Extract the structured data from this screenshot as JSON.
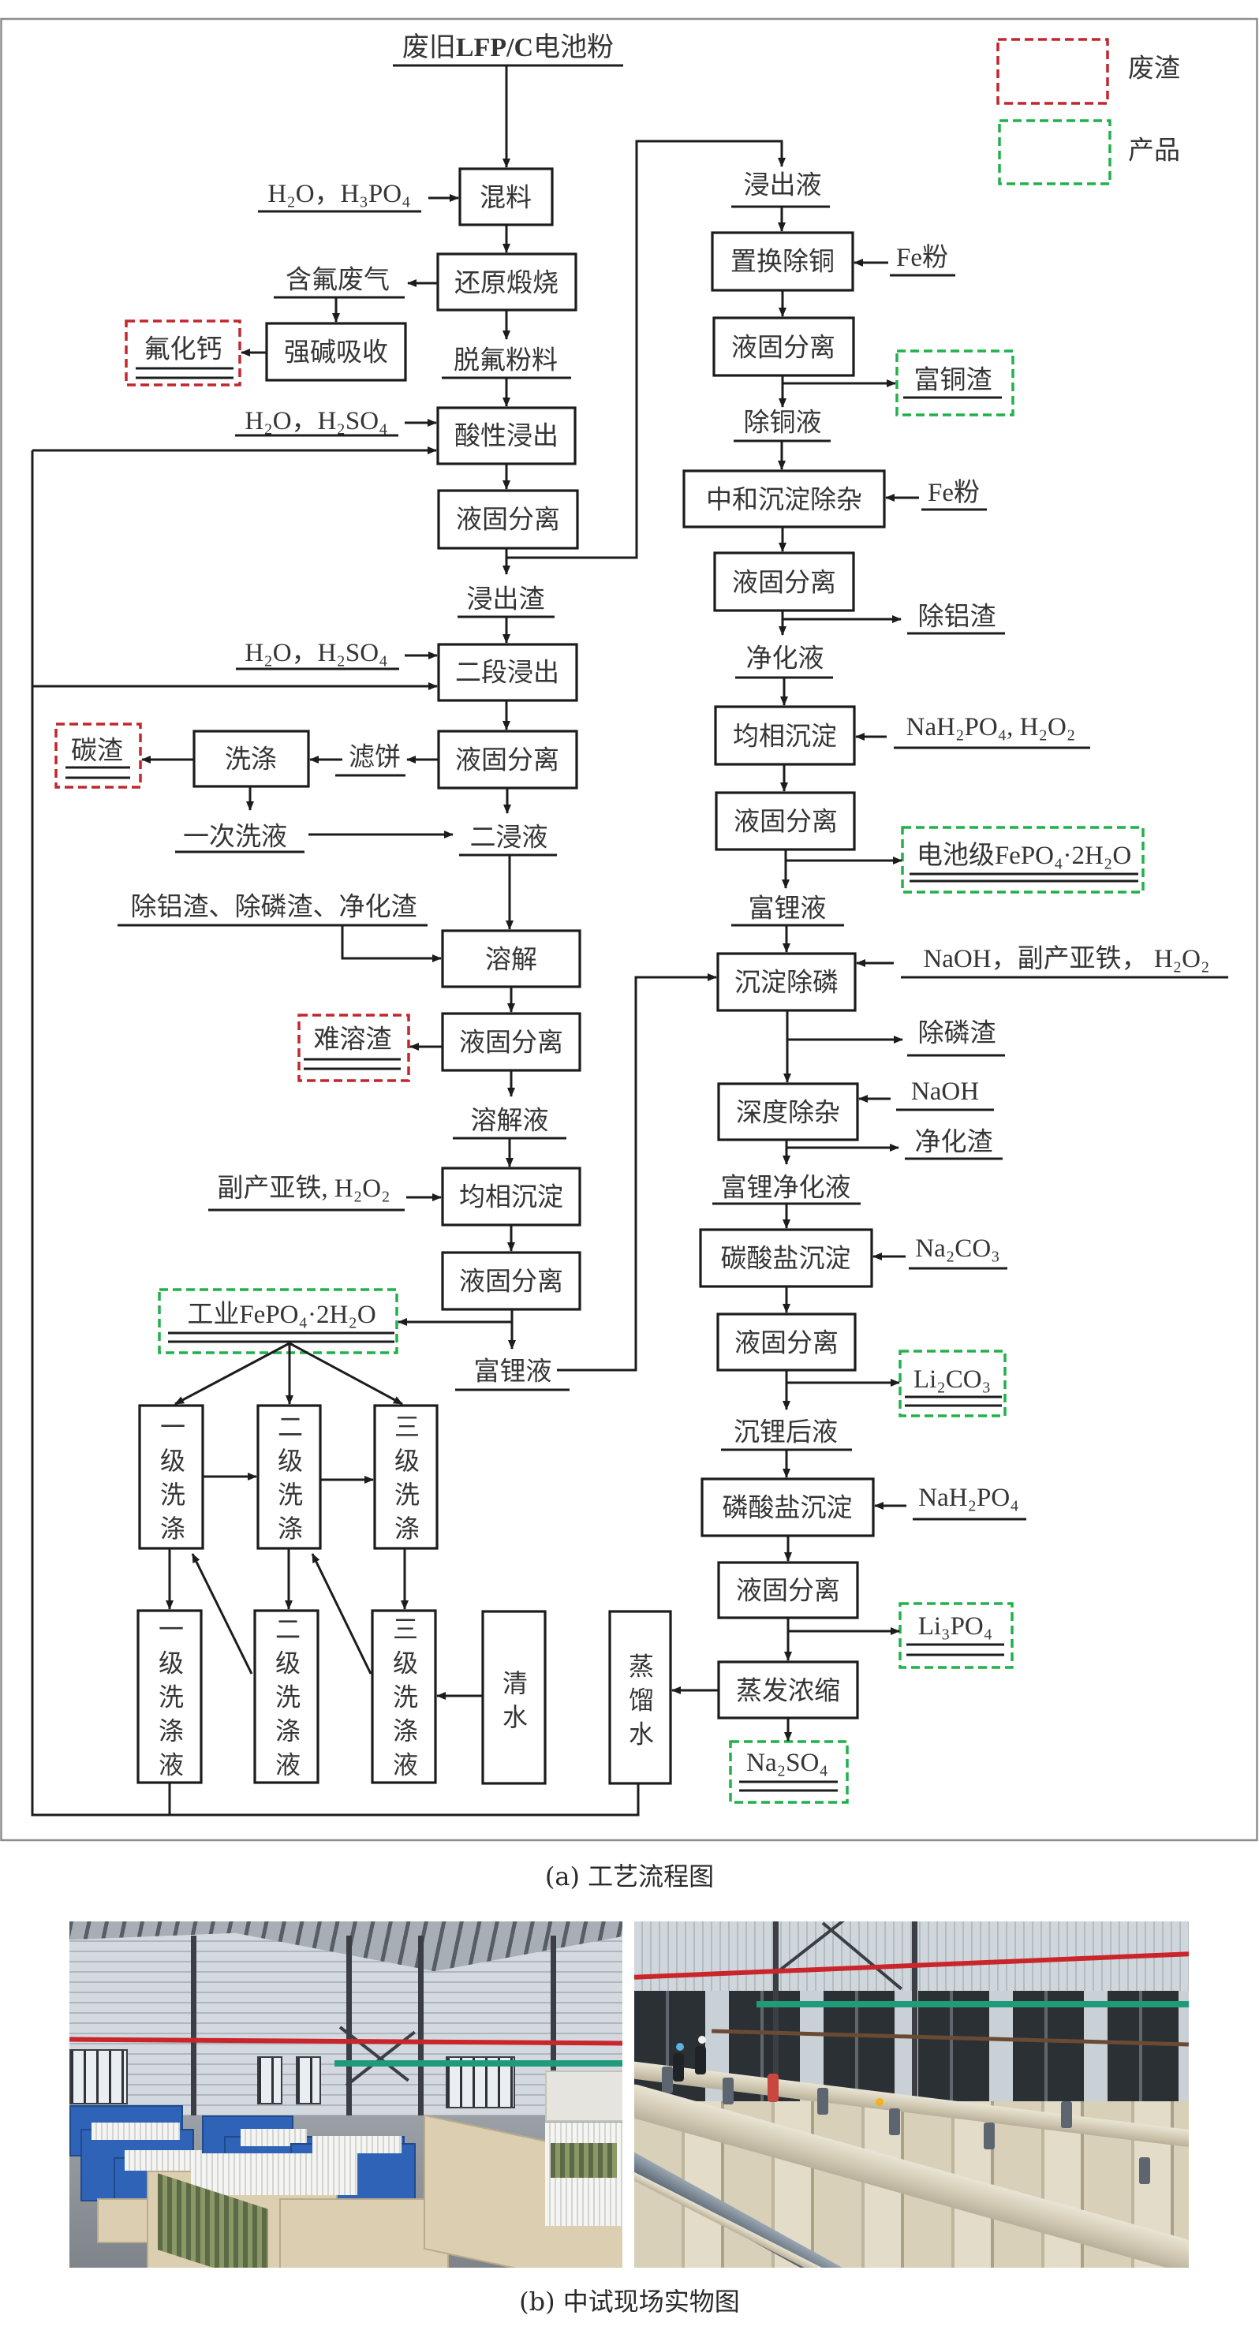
{
  "colors": {
    "waste": "#c1272d",
    "product": "#22b04b",
    "line": "#1c1c1c",
    "text": "#353535",
    "frame": "#8d8d8d"
  },
  "panel_a": {
    "title": {
      "part1": "废旧",
      "part2": "LFP/C",
      "part3": "电池粉"
    },
    "legend": {
      "waste": "废渣",
      "product": "产品"
    },
    "steps": {
      "mixing": "混料",
      "reduction_roasting": "还原煅烧",
      "alkali_absorption": "强碱吸收",
      "acid_leaching": "酸性浸出",
      "separation_1": "液固分离",
      "second_leaching": "二段浸出",
      "separation_2": "液固分离",
      "washing": "洗涤",
      "dissolution": "溶解",
      "separation_3": "液固分离",
      "homogeneous_precip_1": "均相沉淀",
      "separation_4": "液固分离",
      "wash_stage_1": "一级洗涤",
      "wash_stage_2": "二级洗涤",
      "wash_stage_3": "三级洗涤",
      "wash_liquor_1": "一级洗涤液",
      "wash_liquor_2": "二级洗涤液",
      "wash_liquor_3": "三级洗涤液",
      "clean_water": "清水",
      "distilled_water": "蒸馏水",
      "cu_cementation": "置换除铜",
      "separation_r1": "液固分离",
      "neutralization": "中和沉淀除杂",
      "separation_r2": "液固分离",
      "homogeneous_precip_2": "均相沉淀",
      "separation_r3": "液固分离",
      "p_removal": "沉淀除磷",
      "deep_purification": "深度除杂",
      "carbonate_precip": "碳酸盐沉淀",
      "separation_r4": "液固分离",
      "phosphate_precip": "磷酸盐沉淀",
      "separation_r5": "液固分离",
      "evaporation": "蒸发浓缩"
    },
    "streams": {
      "fluorine_gas": "含氟废气",
      "defluorinated_powder": "脱氟粉料",
      "leach_residue": "浸出渣",
      "filter_cake": "滤饼",
      "first_wash_liquor": "一次洗液",
      "second_leachate": "二浸液",
      "recycled_residues": "除铝渣、除磷渣、净化渣",
      "dissolved_liquor": "溶解液",
      "li_rich_liquor_left": "富锂液",
      "leachate": "浸出液",
      "decoppered_liquor": "除铜液",
      "al_residue": "除铝渣",
      "purified_liquor": "净化液",
      "li_rich_liquor_right": "富锂液",
      "p_residue": "除磷渣",
      "purification_residue": "净化渣",
      "li_rich_purified_liquor": "富锂净化液",
      "post_li_liquor": "沉锂后液"
    },
    "reagents": {
      "mixing": "H₂O，H₃PO₄",
      "acid_leaching": "H₂O，H₂SO₄",
      "second_leaching": "H₂O，H₂SO₄",
      "homogeneous_precip_1": "副产亚铁, H₂O₂",
      "cu_cementation": "Fe粉",
      "neutralization": "Fe粉",
      "homogeneous_precip_2": "NaH₂PO₄, H₂O₂",
      "p_removal": "NaOH，副产亚铁， H₂O₂",
      "deep_purification": "NaOH",
      "carbonate_precip": "Na₂CO₃",
      "phosphate_precip": "NaH₂PO₄"
    },
    "wastes": {
      "calcium_fluoride": "氟化钙",
      "carbon_residue": "碳渣",
      "insoluble_residue": "难溶渣"
    },
    "products": {
      "cu_rich_residue": "富铜渣",
      "industrial_fepo4": "工业FePO₄·2H₂O",
      "battery_fepo4": "电池级FePO₄·2H₂O",
      "li2co3": "Li₂CO₃",
      "li3po4": "Li₃PO₄",
      "na2so4": "Na₂SO₄"
    },
    "caption": "(a) 工艺流程图"
  },
  "panel_b": {
    "caption": "(b) 中试现场实物图"
  }
}
